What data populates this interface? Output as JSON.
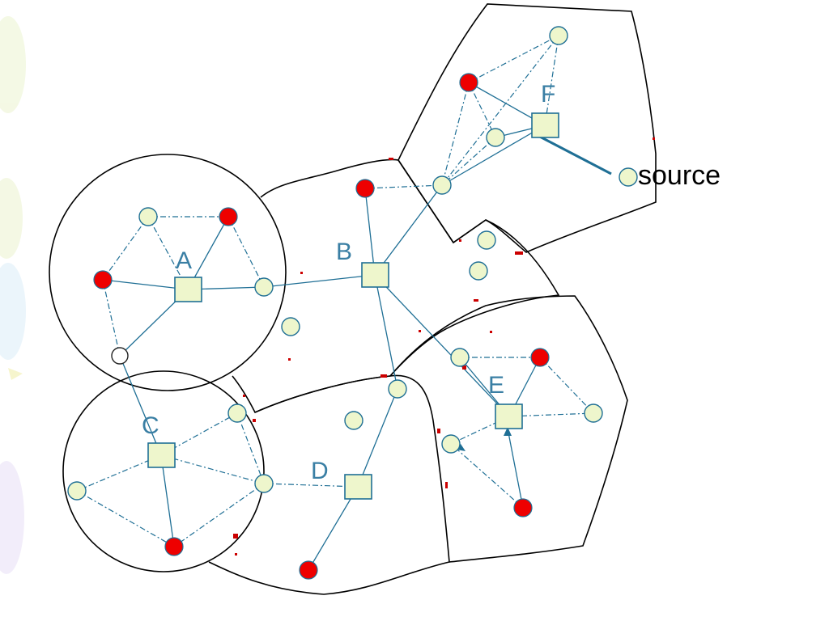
{
  "diagram": {
    "region_labels": {
      "A": "A",
      "B": "B",
      "C": "C",
      "D": "D",
      "E": "E",
      "F": "F"
    },
    "source_label": "source",
    "colors": {
      "boundary": "#000000",
      "link": "#1f6f95",
      "sensor_fill": "#eef6cc",
      "sensor_stroke": "#1f6f95",
      "active_node": "#ee0000",
      "cluster_head_fill": "#eef6cc",
      "source_text": "#000000",
      "label_text": "#3a7fa4"
    },
    "node_types": [
      "sensor-node",
      "active-node",
      "cluster-head",
      "source-node"
    ]
  }
}
